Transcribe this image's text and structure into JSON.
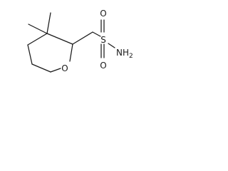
{
  "molecule": {
    "atoms": {
      "oxygen_ring": "O",
      "sulfur": "S",
      "oxygen_top": "O",
      "oxygen_bottom": "O",
      "amine": "NH",
      "amine_subscript": "2"
    }
  }
}
